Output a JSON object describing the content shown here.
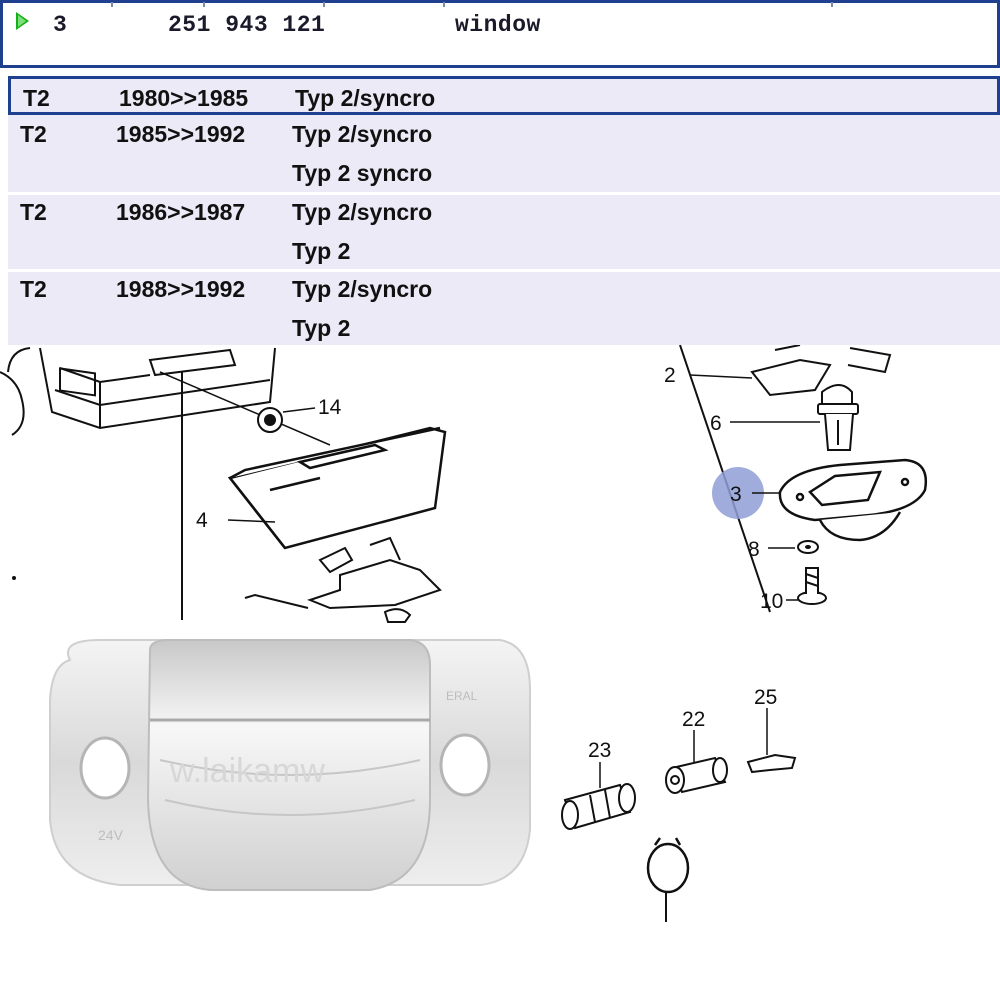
{
  "part_row": {
    "position": "3",
    "part_number": "251 943 121",
    "description": "window"
  },
  "models": [
    {
      "model": "T2",
      "years": "1980>>1985",
      "types": [
        "Typ 2/syncro"
      ]
    },
    {
      "model": "T2",
      "years": "1985>>1992",
      "types": [
        "Typ 2/syncro",
        "Typ 2 syncro"
      ]
    },
    {
      "model": "T2",
      "years": "1986>>1987",
      "types": [
        "Typ 2/syncro",
        "Typ 2"
      ]
    },
    {
      "model": "T2",
      "years": "1988>>1992",
      "types": [
        "Typ 2/syncro",
        "Typ 2"
      ]
    }
  ],
  "diagram": {
    "callouts": [
      "14",
      "4",
      "2",
      "6",
      "3",
      "8",
      "10",
      "23",
      "22",
      "25"
    ],
    "highlighted_callout": "3",
    "highlight_color": "#8f9fd6",
    "photo_watermark": "w.laikamw",
    "photo_marks": [
      "24V",
      "ERAL"
    ]
  },
  "colors": {
    "selection_border": "#1f3f8f",
    "row_background": "#eceaf6",
    "play_icon": "#16b016"
  }
}
